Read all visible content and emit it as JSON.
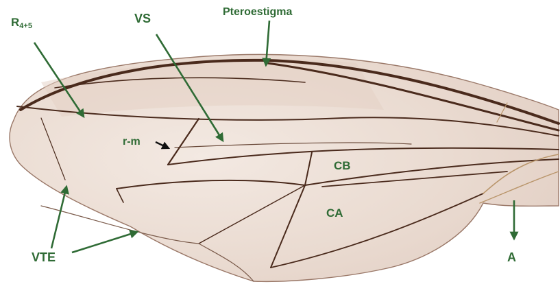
{
  "labels": {
    "r45_main": "R",
    "r45_sub": "4+5",
    "vs": "VS",
    "pteroestigma": "Pteroestigma",
    "rm": "r-m",
    "cb": "CB",
    "ca": "CA",
    "vte": "VTE",
    "a": "A"
  },
  "colors": {
    "label": "#2f6b35",
    "arrow": "#2f6b35",
    "rm_arrow": "#111111",
    "vein": "#4a2a1c",
    "membrane": "#efe3da"
  }
}
